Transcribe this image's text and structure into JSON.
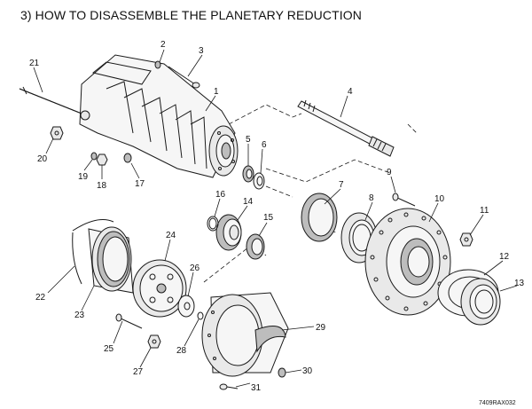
{
  "title": "3) HOW TO DISASSEMBLE THE PLANETARY REDUCTION",
  "figure_code": "7409RAX032",
  "callouts": [
    {
      "id": "1",
      "label": "1"
    },
    {
      "id": "2",
      "label": "2"
    },
    {
      "id": "3",
      "label": "3"
    },
    {
      "id": "4",
      "label": "4"
    },
    {
      "id": "5",
      "label": "5"
    },
    {
      "id": "6",
      "label": "6"
    },
    {
      "id": "7",
      "label": "7"
    },
    {
      "id": "8",
      "label": "8"
    },
    {
      "id": "9",
      "label": "9"
    },
    {
      "id": "10",
      "label": "10"
    },
    {
      "id": "11",
      "label": "11"
    },
    {
      "id": "12",
      "label": "12"
    },
    {
      "id": "13",
      "label": "13"
    },
    {
      "id": "14",
      "label": "14"
    },
    {
      "id": "15",
      "label": "15"
    },
    {
      "id": "16",
      "label": "16"
    },
    {
      "id": "17",
      "label": "17"
    },
    {
      "id": "18",
      "label": "18"
    },
    {
      "id": "19",
      "label": "19"
    },
    {
      "id": "20",
      "label": "20"
    },
    {
      "id": "21",
      "label": "21"
    },
    {
      "id": "22",
      "label": "22"
    },
    {
      "id": "23",
      "label": "23"
    },
    {
      "id": "24",
      "label": "24"
    },
    {
      "id": "25",
      "label": "25"
    },
    {
      "id": "26",
      "label": "26"
    },
    {
      "id": "27",
      "label": "27"
    },
    {
      "id": "28",
      "label": "28"
    },
    {
      "id": "29",
      "label": "29"
    },
    {
      "id": "30",
      "label": "30"
    },
    {
      "id": "31",
      "label": "31"
    }
  ]
}
